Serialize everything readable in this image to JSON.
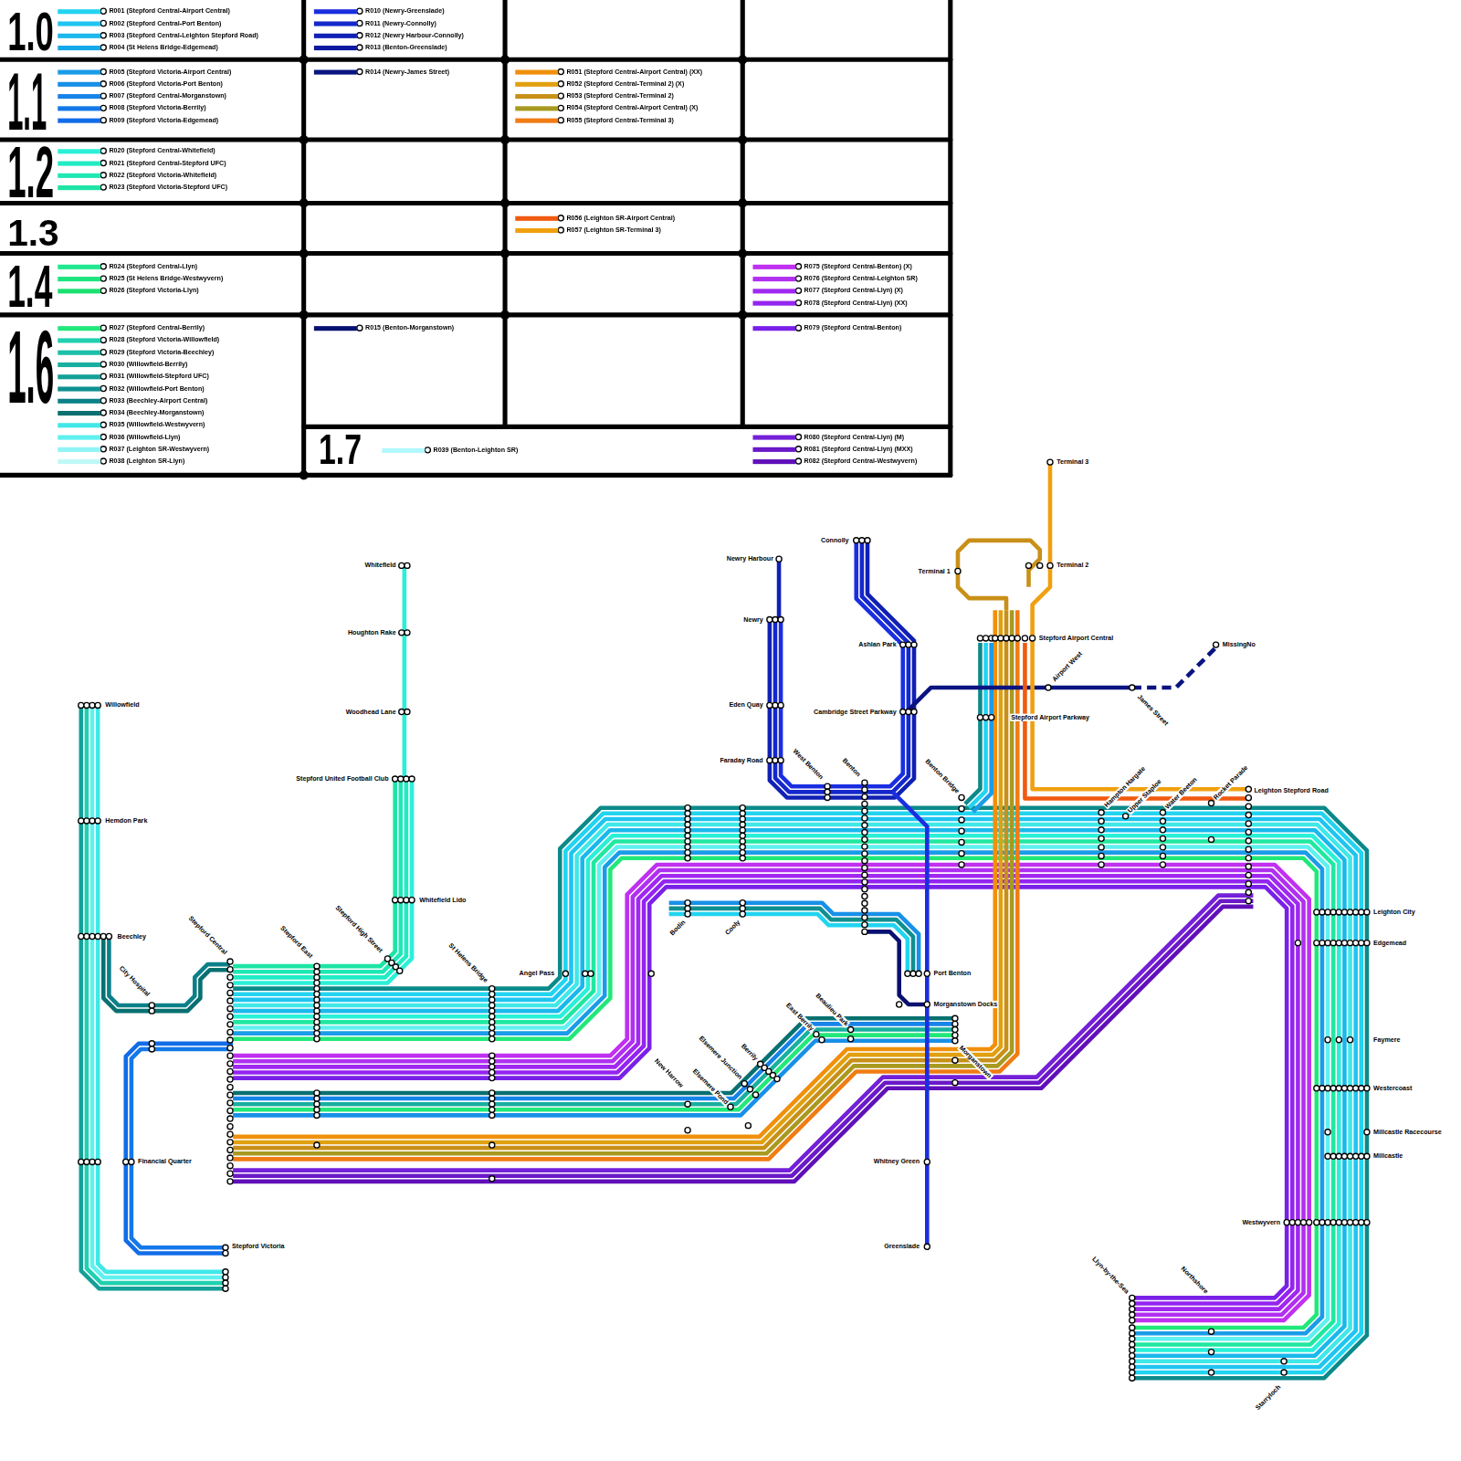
{
  "diagram": {
    "labels": [
      "1.0",
      "1.1",
      "1.2",
      "1.3",
      "1.4",
      "1.6",
      "1.7",
      "Whitefield",
      "Houghton Rake",
      "Woodhead Lane",
      "Stepford United Football Club",
      "Whitefield Lido",
      "Willowfield",
      "Hemdon Park",
      "Beechley",
      "City Hospital",
      "Stepford Central",
      "Stepford East",
      "Stepford High Street",
      "St Helens Bridge",
      "Angel Pass",
      "Financial Quarter",
      "Stepford Victoria",
      "Bodin",
      "Cooly",
      "New Harrow",
      "Elsemere Junction",
      "Elsemere Pond",
      "Berrily",
      "East Berrily",
      "Beaulieu Park",
      "Whitney Green",
      "Greenslade",
      "Morganstown",
      "Morganstown Docks",
      "Port Benton",
      "West Benton",
      "Benton",
      "Benton Bridge",
      "Faraday Road",
      "Eden Quay",
      "Newry",
      "Newry Harbour",
      "Connolly",
      "Ashlan Park",
      "Cambridge Street Parkway",
      "Terminal 1",
      "Terminal 2",
      "Terminal 3",
      "Stepford Airport Central",
      "Airport West",
      "James Street",
      "MissingNo",
      "Stepford Airport Parkway",
      "Hampton Hargate",
      "Upper Staploe",
      "Water Beeton",
      "Rocket Parade",
      "Leighton Stepford Road",
      "Leighton City",
      "Edgemead",
      "Faymere",
      "Westercoast",
      "Millcastle Racecourse",
      "Millcastle",
      "Westwyvern",
      "Llyn-by-the-Sea",
      "Northshore",
      "Starryloch"
    ],
    "legend": [
      {
        "text": "R001 (Stepford Central-Airport Central)",
        "color": "#22d4f0"
      },
      {
        "text": "R002 (Stepford Central-Port Benton)",
        "color": "#1fc5f0"
      },
      {
        "text": "R003 (Stepford Central-Leighton Stepford Road)",
        "color": "#1ab8ec"
      },
      {
        "text": "R004 (St Helens Bridge-Edgemead)",
        "color": "#14a8e8"
      },
      {
        "text": "R005 (Stepford Victoria-Airport Central)",
        "color": "#1a9ce8"
      },
      {
        "text": "R006 (Stepford Victoria-Port Benton)",
        "color": "#1890e8"
      },
      {
        "text": "R007 (Stepford Central-Morganstown)",
        "color": "#1684e8"
      },
      {
        "text": "R008 (Stepford Victoria-Berrily)",
        "color": "#1478e8"
      },
      {
        "text": "R009 (Stepford Victoria-Edgemead)",
        "color": "#126ce8"
      },
      {
        "text": "R010 (Newry-Greenslade)",
        "color": "#1a2ee0"
      },
      {
        "text": "R011 (Newry-Connolly)",
        "color": "#1428cc"
      },
      {
        "text": "R012 (Newry Harbour-Connolly)",
        "color": "#1020b4"
      },
      {
        "text": "R013 (Benton-Greenslade)",
        "color": "#0c1aa0"
      },
      {
        "text": "R014 (Newry-James Street)",
        "color": "#0a1480"
      },
      {
        "text": "R015 (Benton-Morganstown)",
        "color": "#081070"
      },
      {
        "text": "R020 (Stepford Central-Whitefield)",
        "color": "#2af0d8"
      },
      {
        "text": "R021 (Stepford Central-Stepford UFC)",
        "color": "#20ecc4"
      },
      {
        "text": "R022 (Stepford Victoria-Whitefield)",
        "color": "#1ee8b4"
      },
      {
        "text": "R023 (Stepford Victoria-Stepford UFC)",
        "color": "#1ce4a4"
      },
      {
        "text": "R024 (Stepford Central-Llyn)",
        "color": "#20e890"
      },
      {
        "text": "R025 (St Helens Bridge-Westwyvern)",
        "color": "#1ee47e"
      },
      {
        "text": "R026 (Stepford Victoria-Llyn)",
        "color": "#1ce070"
      },
      {
        "text": "R027 (Stepford Central-Berrily)",
        "color": "#22e87a"
      },
      {
        "text": "R028 (Stepford Victoria-Willowfield)",
        "color": "#20d0b0"
      },
      {
        "text": "R029 (Stepford Victoria-Beechley)",
        "color": "#1cc0a8"
      },
      {
        "text": "R030 (Willowfield-Berrily)",
        "color": "#18b0a0"
      },
      {
        "text": "R031 (Willowfield-Stepford UFC)",
        "color": "#14a098"
      },
      {
        "text": "R032 (Willowfield-Port Benton)",
        "color": "#109090"
      },
      {
        "text": "R033 (Beechley-Airport Central)",
        "color": "#0c8088"
      },
      {
        "text": "R034 (Beechley-Morganstown)",
        "color": "#087070"
      },
      {
        "text": "R035 (Willowfield-Westwyvern)",
        "color": "#40e8e8"
      },
      {
        "text": "R036 (Willowfield-Llyn)",
        "color": "#60f0f0"
      },
      {
        "text": "R037 (Leighton SR-Westwyvern)",
        "color": "#90f4f4"
      },
      {
        "text": "R038 (Leighton SR-Llyn)",
        "color": "#c0f8f8"
      },
      {
        "text": "R039 (Benton-Leighton SR)",
        "color": "#b0f8fc"
      },
      {
        "text": "R051 (Stepford Central-Airport Central) (XX)",
        "color": "#f0900c"
      },
      {
        "text": "R052 (Stepford Central-Terminal 2) (X)",
        "color": "#e0a010"
      },
      {
        "text": "R053 (Stepford Central-Terminal 2)",
        "color": "#c89018"
      },
      {
        "text": "R054 (Stepford Central-Airport Central) (X)",
        "color": "#a89a20"
      },
      {
        "text": "R055 (Stepford Central-Terminal 3)",
        "color": "#f07c14"
      },
      {
        "text": "R056 (Leighton SR-Airport Central)",
        "color": "#f05a10"
      },
      {
        "text": "R057 (Leighton SR-Terminal 3)",
        "color": "#f0a010"
      },
      {
        "text": "R075 (Stepford Central-Benton) (X)",
        "color": "#c030f0"
      },
      {
        "text": "R076 (Stepford Central-Leighton SR)",
        "color": "#b030f0"
      },
      {
        "text": "R077 (Stepford Central-Llyn) (X)",
        "color": "#a028f0"
      },
      {
        "text": "R078 (Stepford Central-Llyn) (XX)",
        "color": "#9424f0"
      },
      {
        "text": "R079 (Stepford Central-Benton)",
        "color": "#7a20e8"
      },
      {
        "text": "R080 (Stepford Central-Llyn) (M)",
        "color": "#7420d8"
      },
      {
        "text": "R081 (Stepford Central-Llyn) (MXX)",
        "color": "#6a18c8"
      },
      {
        "text": "R082 (Stepford Central-Westwyvern)",
        "color": "#6010b8"
      }
    ]
  }
}
